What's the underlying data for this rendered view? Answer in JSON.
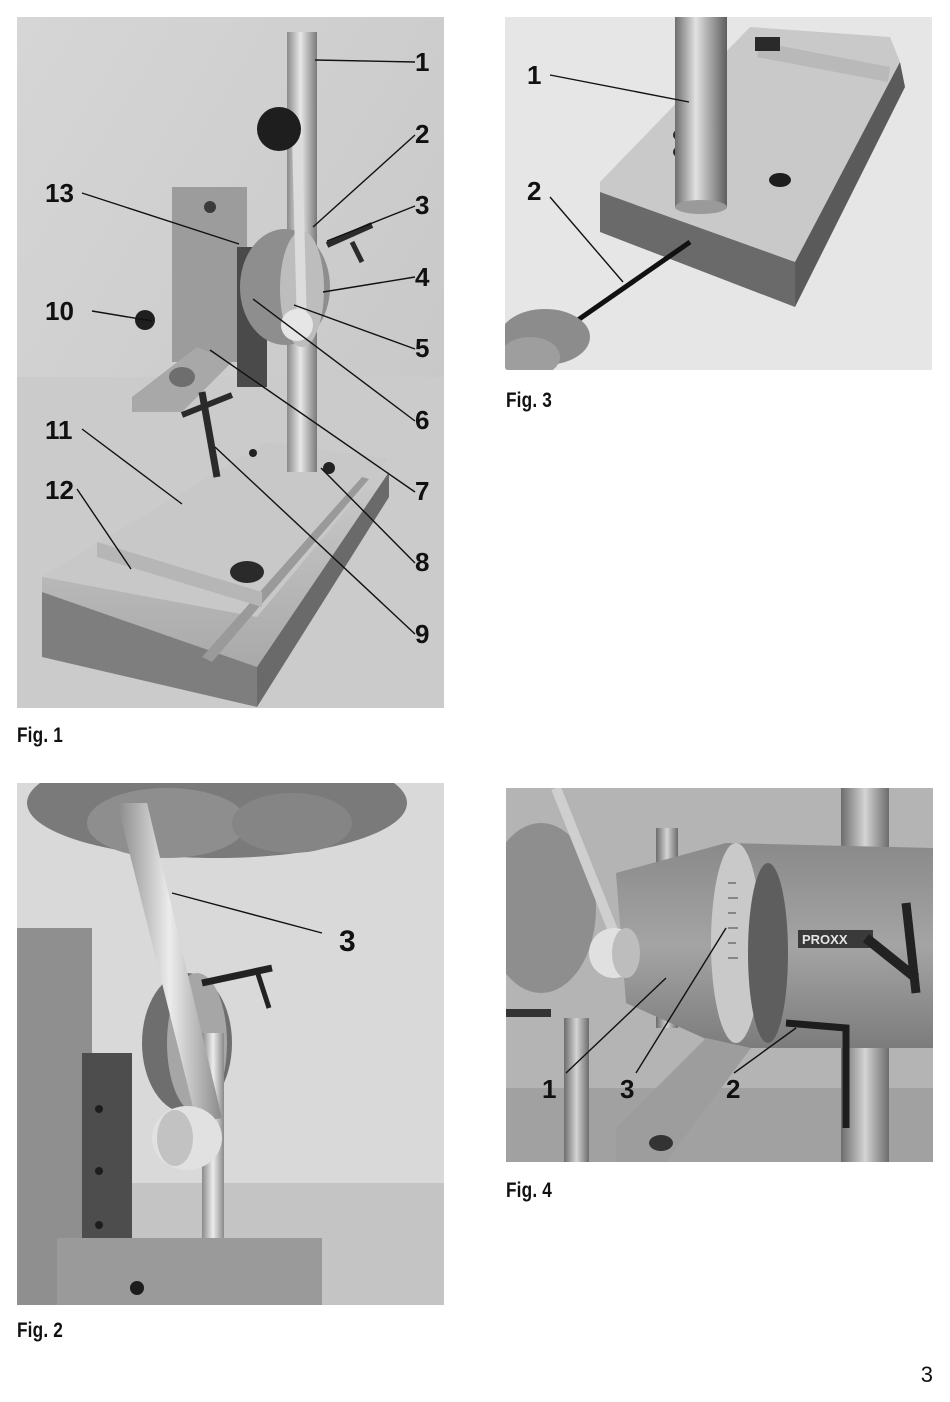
{
  "figures": {
    "fig1": {
      "caption": "Fig. 1",
      "callouts": [
        "1",
        "2",
        "3",
        "4",
        "5",
        "6",
        "7",
        "8",
        "9",
        "10",
        "11",
        "12",
        "13"
      ]
    },
    "fig2": {
      "caption": "Fig. 2",
      "callouts": [
        "3"
      ]
    },
    "fig3": {
      "caption": "Fig. 3",
      "callouts": [
        "1",
        "2"
      ]
    },
    "fig4": {
      "caption": "Fig. 4",
      "callouts": [
        "1",
        "3",
        "2"
      ],
      "brand_text": "PROXX"
    }
  },
  "page_number": "3"
}
